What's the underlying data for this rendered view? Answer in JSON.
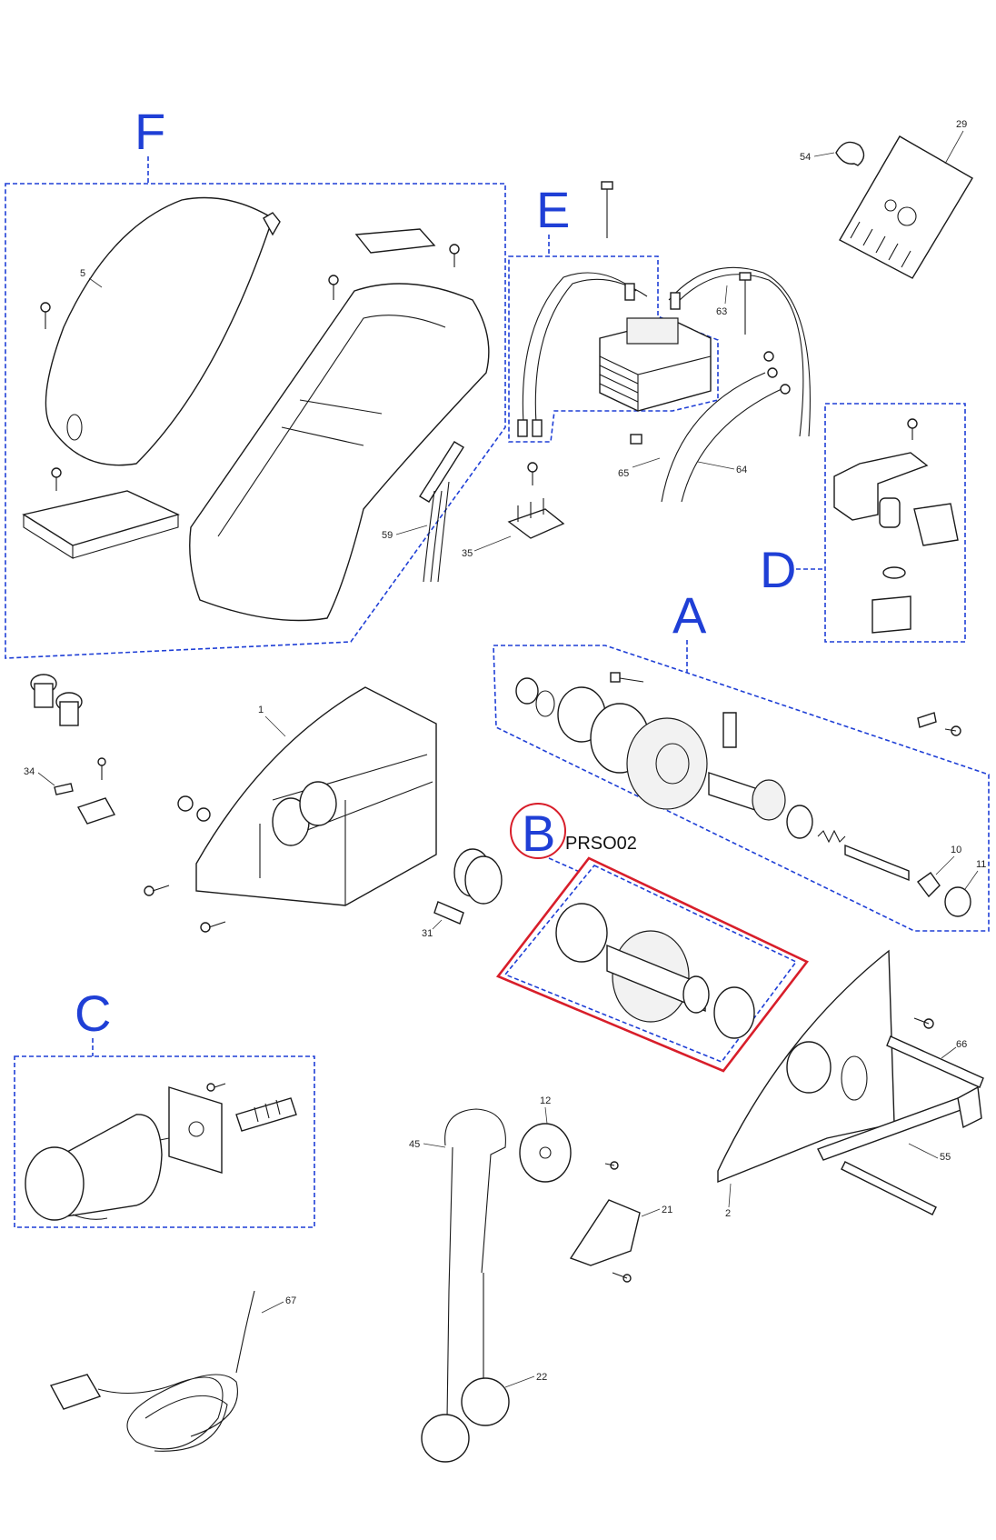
{
  "groups": {
    "F": "F",
    "E": "E",
    "D": "D",
    "A": "A",
    "B": "B",
    "C": "C"
  },
  "kit_code": "PRSO02",
  "part_numbers": {
    "p1": "1",
    "p2": "2",
    "p5": "5",
    "p10": "10",
    "p11": "11",
    "p12": "12",
    "p21": "21",
    "p22": "22",
    "p29": "29",
    "p31": "31",
    "p34": "34",
    "p35": "35",
    "p45": "45",
    "p54": "54",
    "p55": "55",
    "p59": "59",
    "p63": "63",
    "p64": "64",
    "p65": "65",
    "p66": "66",
    "p67": "67"
  },
  "colors": {
    "group_label": "#1f3fd6",
    "group_box": "#1f3fd6",
    "highlight_box": "#d81e2a",
    "line_art": "#1a1a1a"
  }
}
